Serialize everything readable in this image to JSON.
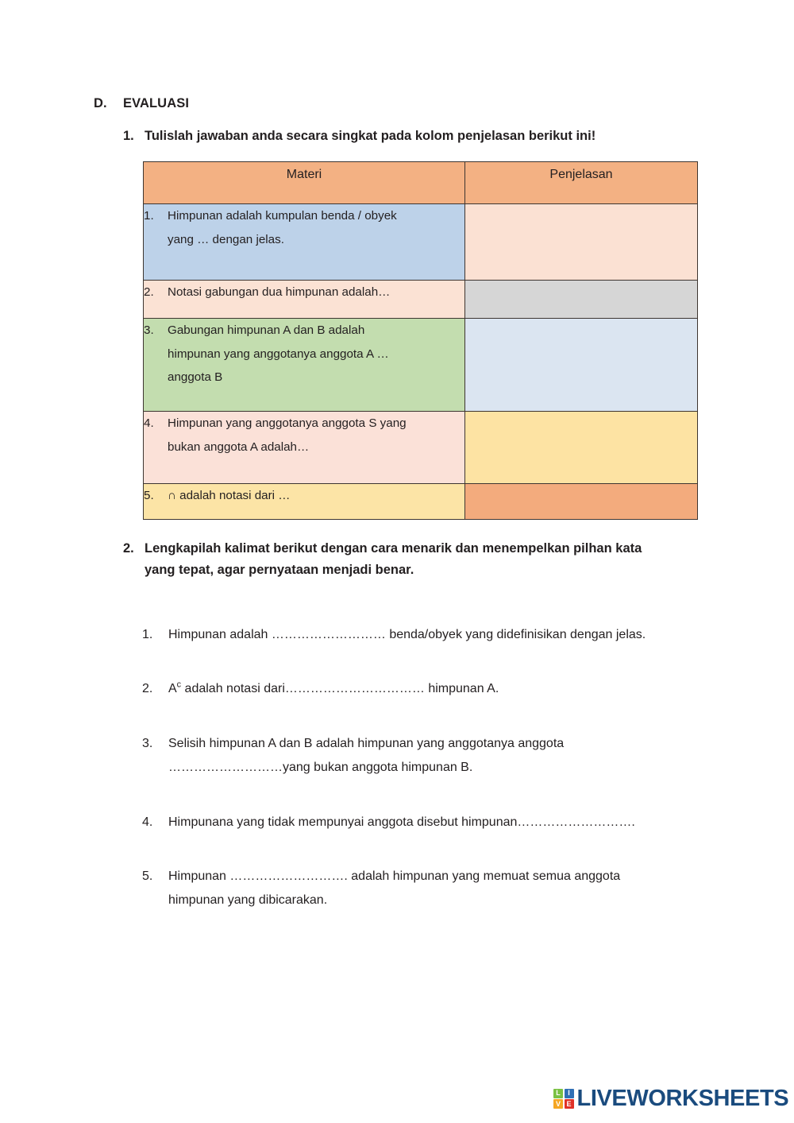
{
  "section": {
    "letter": "D.",
    "title": "EVALUASI"
  },
  "instructions": [
    {
      "number": "1.",
      "text": "Tulislah jawaban anda secara singkat pada kolom penjelasan berikut ini!"
    },
    {
      "number": "2.",
      "line1": "Lengkapilah kalimat berikut dengan cara menarik dan menempelkan pilhan kata",
      "line2": "yang tepat, agar pernyataan menjadi benar."
    }
  ],
  "table": {
    "headers": {
      "materi": "Materi",
      "penjelasan": "Penjelasan"
    },
    "colors": {
      "header_fill": "#f3b183",
      "border": "#3d3530",
      "materi_fills": [
        "#bdd2e9",
        "#fbe2d4",
        "#c3ddaf",
        "#fbe1d8",
        "#fce4a6"
      ],
      "penjelasan_fills": [
        "#fbe1d3",
        "#d6d6d6",
        "#dbe5f1",
        "#fde3a3",
        "#f3ab7d"
      ]
    },
    "rows": [
      {
        "number": "1.",
        "line1": "Himpunan adalah kumpulan benda / obyek",
        "line2": "yang …  dengan jelas.",
        "answer": ""
      },
      {
        "number": "2.",
        "line1": "Notasi gabungan dua  himpunan adalah…",
        "line2": "",
        "answer": ""
      },
      {
        "number": "3.",
        "line1": "Gabungan himpunan A dan B adalah",
        "line2": "himpunan yang anggotanya anggota A …",
        "line3": "anggota B",
        "answer": ""
      },
      {
        "number": "4.",
        "line1": "Himpunan yang anggotanya anggota S yang",
        "line2": "bukan anggota A adalah…",
        "answer": ""
      },
      {
        "number": "5.",
        "line1": "∩ adalah notasi dari …",
        "line2": "",
        "answer": ""
      }
    ]
  },
  "questions": [
    {
      "number": "1.",
      "line1": "Himpunan adalah ……………………… benda/obyek yang didefinisikan dengan jelas.",
      "line2": ""
    },
    {
      "number": "2.",
      "pre": "A",
      "sup": "c",
      "line1": " adalah notasi dari…………………………… himpunan A.",
      "line2": ""
    },
    {
      "number": "3.",
      "line1": "Selisih himpunan A dan B adalah himpunan yang anggotanya anggota",
      "line2": "………………………yang bukan anggota himpunan B."
    },
    {
      "number": "4.",
      "line1": "Himpunana yang tidak mempunyai anggota disebut himpunan……………………….",
      "line2": ""
    },
    {
      "number": "5.",
      "line1": "Himpunan ………………………. adalah himpunan yang memuat semua anggota",
      "line2": "himpunan yang dibicarakan."
    }
  ],
  "footer": {
    "logo_tiles": [
      "L",
      "I",
      "V",
      "E"
    ],
    "brand": "LIVEWORKSHEETS",
    "brand_color": "#1a4b7e"
  }
}
